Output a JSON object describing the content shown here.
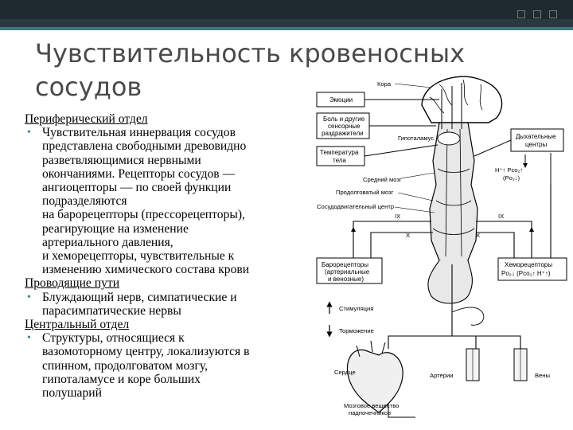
{
  "slide": {
    "title_line1": "Чувствительность кровеносных",
    "title_line2": "сосудов",
    "sections": [
      {
        "heading": "Периферический отдел",
        "bullet_lines": [
          "Чувствительная иннервация сосудов",
          "представлена свободными древовидно",
          "разветвляющимися нервными",
          "окончаниями. Рецепторы сосудов —",
          " ангиоцепторы — по своей функции",
          "подразделяются",
          "на барорецепторы (прессорецепторы),",
          "реагирующие на изменение",
          "артериального давления,",
          "и хеморецепторы, чувствительные к",
          "изменению химического состава крови"
        ]
      },
      {
        "heading": "Проводящие пути",
        "bullet_lines": [
          "Блуждающий нерв, симпатические и",
          "парасимпатические нервы"
        ]
      },
      {
        "heading": "Центральный отдел",
        "bullet_lines": [
          "Структуры, относящиеся к",
          "вазомоторному центру, локализуются в",
          "спинном, продолговатом мозгу,",
          "гипоталамусе и коре больших",
          "полушарий"
        ]
      }
    ]
  },
  "diagram": {
    "labels": {
      "kora": "Кора",
      "emociya": "Эмоции",
      "bol1": "Боль и другие",
      "bol2": "сенсорные",
      "bol3": "раздражители",
      "gipotalamus": "Гипоталамус",
      "temp1": "Температура",
      "temp2": "тела",
      "dyh1": "Дыхательные",
      "dyh2": "центры",
      "sredniy": "Средний мозг",
      "ph1": "H⁺↑ Pco₂↑",
      "ph2": "(Po₂↓)",
      "prodolg": "Продолговатый мозг",
      "vazo": "Сосудодвигательный центр",
      "ix1": "IX",
      "x1": "X",
      "ix2": "IX",
      "x2": "X",
      "baro1": "Барорецепторы",
      "baro2": "(артериальные",
      "baro3": "и венозные)",
      "hemo1": "Хеморецепторы",
      "hemo2": "Po₂↓ (Pco₂↑ H⁺↑)",
      "stim": "Стимуляция",
      "torm": "Торможение",
      "serdce": "Сердце",
      "arterii": "Артерии",
      "veny": "Вены",
      "moz1": "Мозговое вещество",
      "moz2": "надпочечников"
    }
  }
}
